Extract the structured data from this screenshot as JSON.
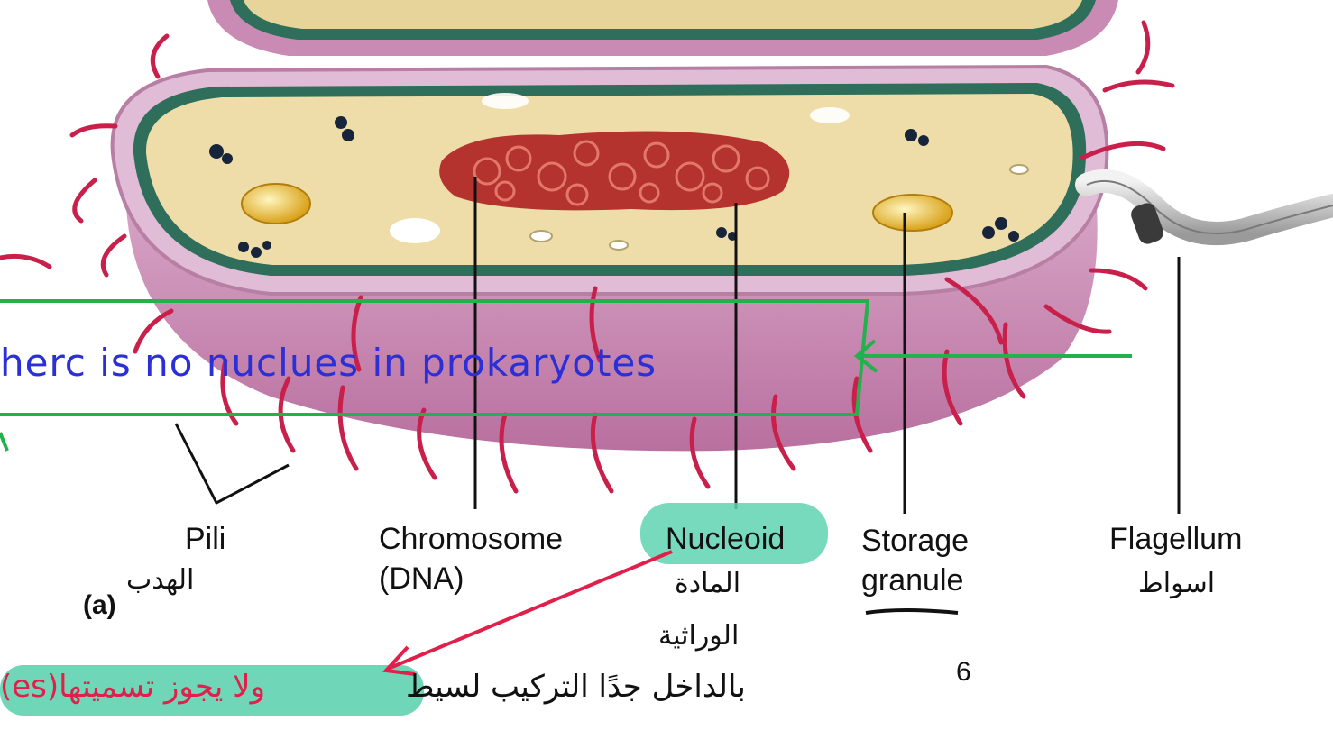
{
  "labels": {
    "pili": "Pili",
    "chromosome": "Chromosome",
    "chromosome_sub": "(DNA)",
    "nucleoid": "Nucleoid",
    "storage": "Storage",
    "storage_sub": "granule",
    "flagellum": "Flagellum",
    "panel": "(a)",
    "page_number": "6"
  },
  "annotations": {
    "note_en": "herc is no nuclues in prokaryotes",
    "ar_pili": "الهدب",
    "ar_nucleoid_1": "المادة",
    "ar_nucleoid_2": "الوراثية",
    "ar_flagellum": "اسواط",
    "ar_bottom": "بالداخل جدًا التركيب لسيط",
    "ar_bottom_red": "ولا يجوز تسميتها(es)"
  },
  "colors": {
    "annotation_blue": "#2b2fd6",
    "annotation_red": "#e0204a",
    "box_green": "#22b14c",
    "highlight": "#5fd3b0",
    "pili": "#c8204a"
  }
}
